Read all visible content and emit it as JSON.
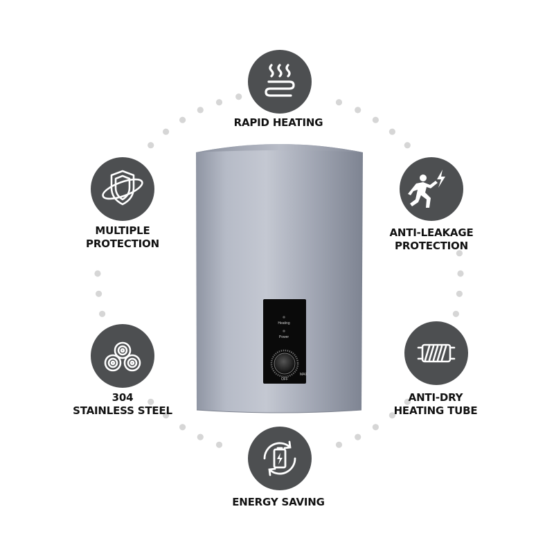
{
  "features": {
    "rapid_heating": {
      "lines": [
        "RAPID HEATING"
      ],
      "icon": "steam-wave-icon"
    },
    "multiple_protection": {
      "lines": [
        "MULTIPLE",
        "PROTECTION"
      ],
      "icon": "shield-orbit-icon"
    },
    "anti_leakage": {
      "lines": [
        "ANTI-LEAKAGE",
        "PROTECTION"
      ],
      "icon": "electric-shock-icon"
    },
    "stainless_steel": {
      "lines": [
        "304",
        "STAINLESS STEEL"
      ],
      "icon": "steel-rolls-icon"
    },
    "anti_dry": {
      "lines": [
        "ANTI-DRY",
        "HEATING TUBE"
      ],
      "icon": "heating-coil-icon"
    },
    "energy_saving": {
      "lines": [
        "ENERGY SAVING"
      ],
      "icon": "battery-cycle-icon"
    }
  },
  "control_panel": {
    "heating_label": "Heating",
    "power_label": "Power",
    "off_label": "OFF",
    "max_label": "MAX"
  },
  "colors": {
    "badge": "#4d4f51",
    "dots": "#d6d6d6",
    "tank": "#a3a8b5",
    "panel": "#0a0a0a"
  }
}
